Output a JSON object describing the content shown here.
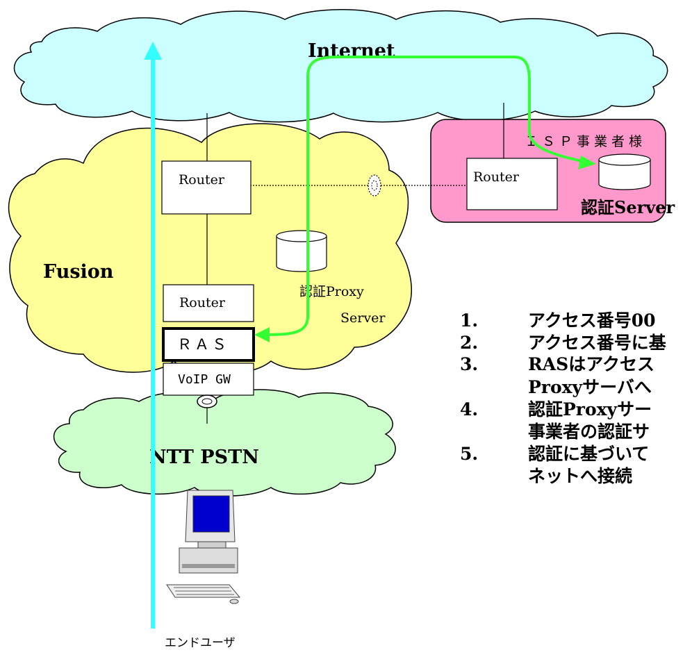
{
  "internet": {
    "label": "Internet"
  },
  "fusion": {
    "label": "Fusion"
  },
  "pstn": {
    "label": "NTT PSTN"
  },
  "isp": {
    "title": "ＩＳＰ事業者様",
    "router_label": "Router",
    "server_label": "認証Server"
  },
  "fusion_nodes": {
    "router_top": "Router",
    "router_bottom": "Router",
    "ras": "ＲＡＳ",
    "voip": "VoIP GW",
    "proxy_line1": "認証Proxy",
    "proxy_line2": "Server"
  },
  "end_user": {
    "label": "エンドユーザ"
  },
  "steps": [
    {
      "num": "1.",
      "text": "アクセス番号00"
    },
    {
      "num": "2.",
      "text": "アクセス番号に基"
    },
    {
      "num": "3.",
      "text": "RASはアクセス"
    },
    {
      "num": "",
      "text": "Proxyサーバへ"
    },
    {
      "num": "4.",
      "text": "認証Proxyサー"
    },
    {
      "num": "",
      "text": "事業者の認証サ"
    },
    {
      "num": "5.",
      "text": "認証に基づいて"
    },
    {
      "num": "",
      "text": "ネットへ接続"
    }
  ],
  "colors": {
    "internet_fill": "#ccffff",
    "fusion_fill": "#ffff99",
    "pstn_fill": "#ccffcc",
    "isp_fill": "#ff99cc",
    "user_path": "#33ffff",
    "auth_path": "#33ff33"
  }
}
